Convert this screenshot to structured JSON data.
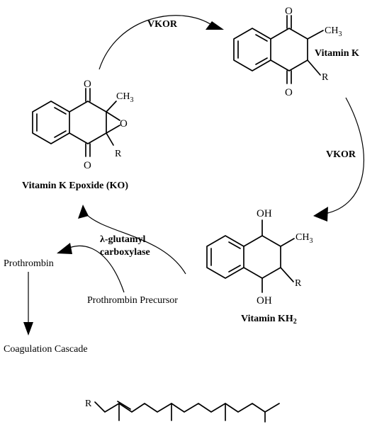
{
  "enzymes": {
    "vkor_top": "VKOR",
    "vkor_right": "VKOR",
    "gamma_line1": "λ-glutamyl",
    "gamma_line2": "carboxylase"
  },
  "compounds": {
    "vitamin_k": "Vitamin K",
    "vitamin_k_epoxide": "Vitamin K Epoxide (KO)",
    "vitamin_kh2": "Vitamin KH",
    "vitamin_kh2_sub": "2"
  },
  "proteins": {
    "prothrombin": "Prothrombin",
    "prothrombin_precursor": "Prothrombin Precursor",
    "coagulation": "Coagulation Cascade"
  },
  "atoms": {
    "oxygen": "O",
    "hydroxyl": "OH",
    "methyl": "CH",
    "methyl_sub": "3",
    "r_group": "R"
  }
}
